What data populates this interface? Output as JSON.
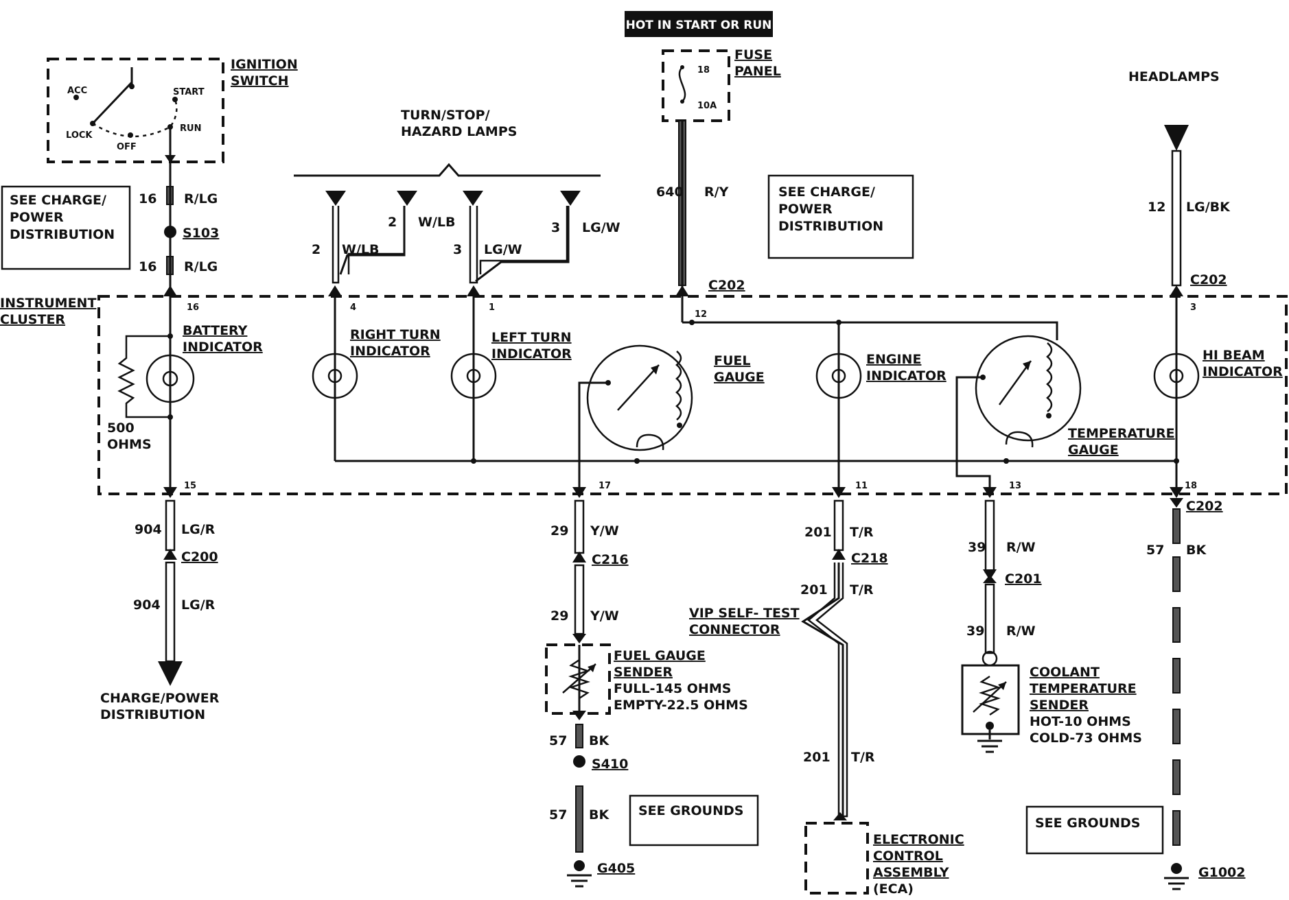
{
  "hot_banner": "HOT IN START OR RUN",
  "ignition": {
    "title_1": "IGNITION",
    "title_2": "SWITCH",
    "acc": "ACC",
    "lock": "LOCK",
    "off": "OFF",
    "start": "START",
    "run": "RUN"
  },
  "fuse": {
    "title_1": "FUSE",
    "title_2": "PANEL",
    "number": "18",
    "rating": "10A"
  },
  "headlamps": "HEADLAMPS",
  "turn_lamps": {
    "line_1": "TURN/STOP/",
    "line_2": "HAZARD LAMPS"
  },
  "see_charge_1": {
    "line_1": "SEE CHARGE/",
    "line_2": "POWER",
    "line_3": "DISTRIBUTION"
  },
  "see_charge_2": {
    "line_1": "SEE CHARGE/",
    "line_2": "POWER",
    "line_3": "DISTRIBUTION"
  },
  "see_grounds_1": "SEE GROUNDS",
  "see_grounds_2": "SEE GROUNDS",
  "cluster": {
    "line_1": "INSTRUMENT",
    "line_2": "CLUSTER"
  },
  "components": {
    "battery": {
      "line_1": "BATTERY",
      "line_2": "INDICATOR"
    },
    "right_turn": {
      "line_1": "RIGHT TURN",
      "line_2": "INDICATOR"
    },
    "left_turn": {
      "line_1": "LEFT TURN",
      "line_2": "INDICATOR"
    },
    "fuel_gauge": {
      "line_1": "FUEL",
      "line_2": "GAUGE"
    },
    "engine": {
      "line_1": "ENGINE",
      "line_2": "INDICATOR"
    },
    "temp_gauge": {
      "line_1": "TEMPERATURE",
      "line_2": "GAUGE"
    },
    "hi_beam": {
      "line_1": "HI BEAM",
      "line_2": "INDICATOR"
    },
    "resistor": {
      "line_1": "500",
      "line_2": "OHMS"
    }
  },
  "wires": {
    "r_lg_top": {
      "gauge": "16",
      "color": "R/LG"
    },
    "r_lg_bottom": {
      "gauge": "16",
      "color": "R/LG"
    },
    "w_lb_a": {
      "gauge": "2",
      "color": "W/LB"
    },
    "w_lb_b": {
      "gauge": "2",
      "color": "W/LB"
    },
    "lg_w_a": {
      "gauge": "3",
      "color": "LG/W"
    },
    "lg_w_b": {
      "gauge": "3",
      "color": "LG/W"
    },
    "r_y": {
      "gauge": "640",
      "color": "R/Y"
    },
    "lg_bk": {
      "gauge": "12",
      "color": "LG/BK"
    },
    "lg_r_a": {
      "gauge": "904",
      "color": "LG/R"
    },
    "lg_r_b": {
      "gauge": "904",
      "color": "LG/R"
    },
    "y_w_a": {
      "gauge": "29",
      "color": "Y/W"
    },
    "y_w_b": {
      "gauge": "29",
      "color": "Y/W"
    },
    "bk_a": {
      "gauge": "57",
      "color": "BK"
    },
    "bk_b": {
      "gauge": "57",
      "color": "BK"
    },
    "t_r_a": {
      "gauge": "201",
      "color": "T/R"
    },
    "t_r_b": {
      "gauge": "201",
      "color": "T/R"
    },
    "t_r_c": {
      "gauge": "201",
      "color": "T/R"
    },
    "r_w_a": {
      "gauge": "39",
      "color": "R/W"
    },
    "r_w_b": {
      "gauge": "39",
      "color": "R/W"
    },
    "bk_right": {
      "gauge": "57",
      "color": "BK"
    }
  },
  "connectors": {
    "s103": "S103",
    "c202_fuse": "C202",
    "c202_head": "C202",
    "c202_bottom": "C202",
    "c200": "C200",
    "c216": "C216",
    "c218": "C218",
    "c201": "C201",
    "s410": "S410",
    "g405": "G405",
    "g1002": "G1002"
  },
  "pins": {
    "p16": "16",
    "p4": "4",
    "p1": "1",
    "p12": "12",
    "p3": "3",
    "p15": "15",
    "p17": "17",
    "p11": "11",
    "p13": "13",
    "p18": "18"
  },
  "fuel_sender": {
    "line_1": "FUEL GAUGE",
    "line_2": "SENDER",
    "line_3": "FULL-145 OHMS",
    "line_4": "EMPTY-22.5 OHMS"
  },
  "vip": {
    "line_1": "VIP SELF- TEST",
    "line_2": "CONNECTOR"
  },
  "coolant_sender": {
    "line_1": "COOLANT",
    "line_2": "TEMPERATURE",
    "line_3": "SENDER",
    "line_4": "HOT-10 OHMS",
    "line_5": "COLD-73 OHMS"
  },
  "eca": {
    "line_1": "ELECTRONIC",
    "line_2": "CONTROL",
    "line_3": "ASSEMBLY",
    "line_4": "(ECA)"
  }
}
